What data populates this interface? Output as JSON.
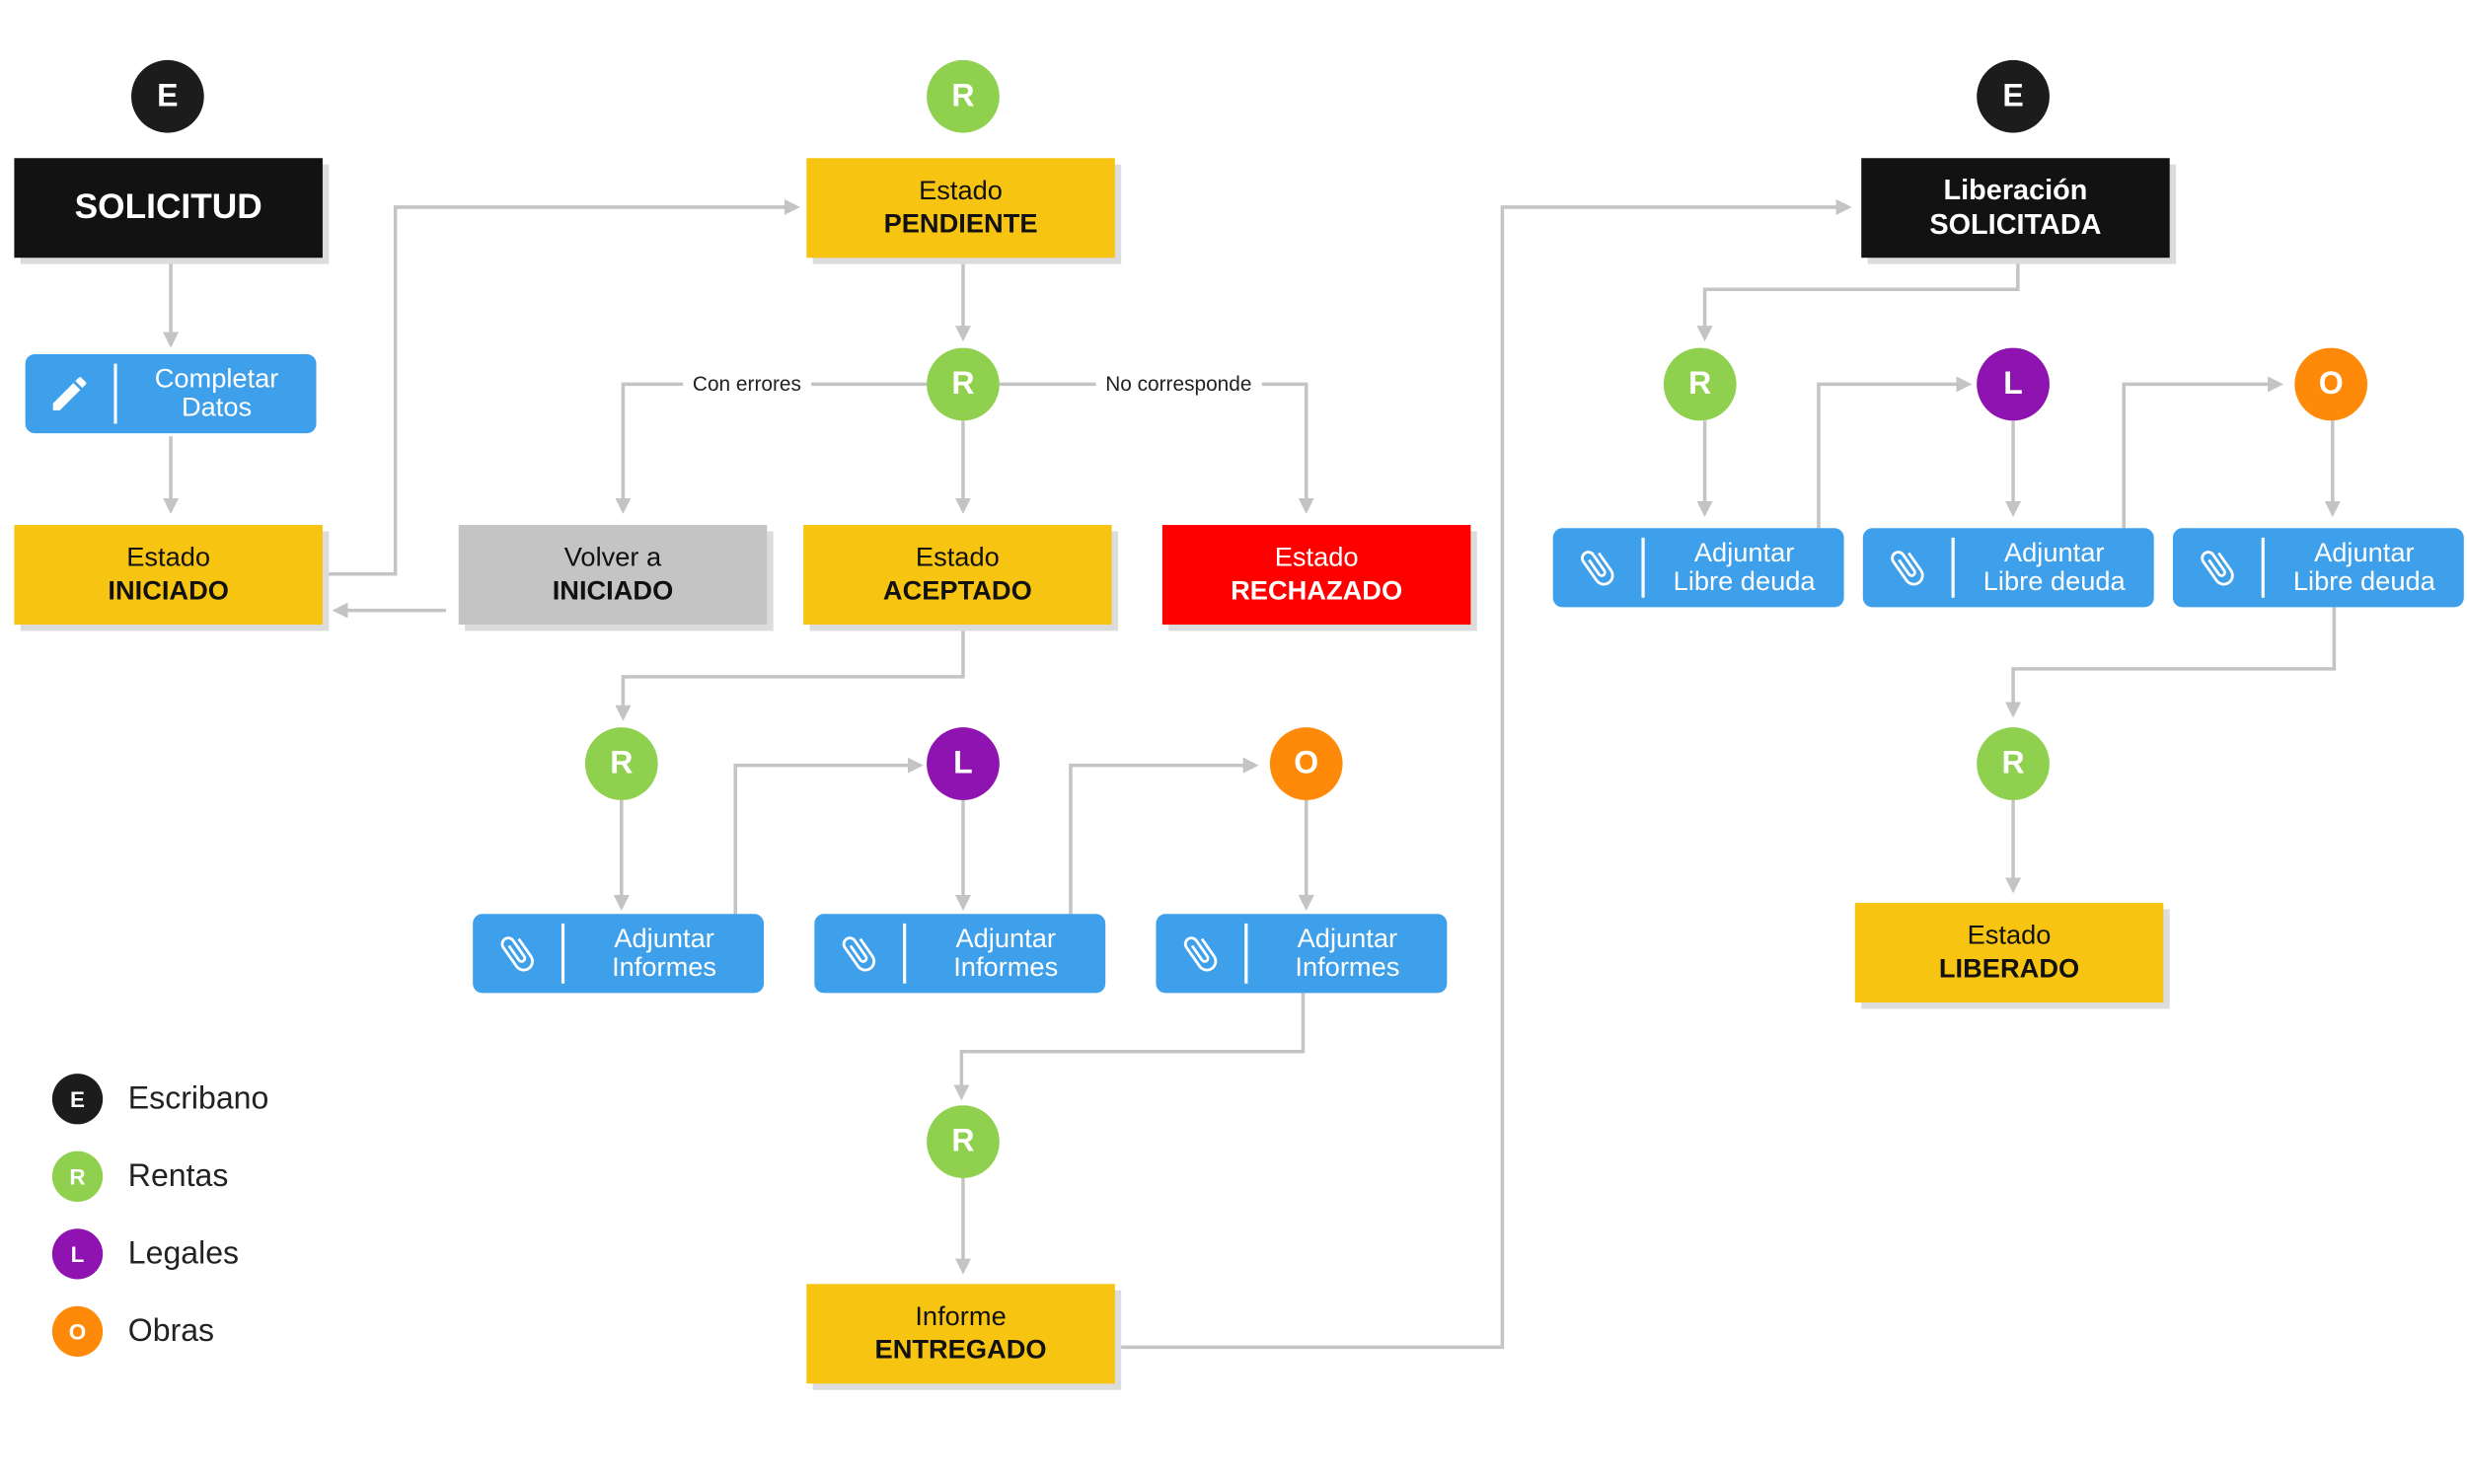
{
  "roles": {
    "E": "E",
    "R": "R",
    "L": "L",
    "O": "O"
  },
  "colors": {
    "escribano": "#1c1c1c",
    "rentas": "#8fd14f",
    "legales": "#8e13b0",
    "obras": "#ff8a0a",
    "action": "#3e9fea",
    "estado": "#f8c412",
    "rechazado": "#ff0000",
    "volver": "#c4c4c4",
    "connector": "#c4c4c4"
  },
  "nodes": {
    "solicitud": {
      "title": "SOLICITUD"
    },
    "completar": {
      "line1": "Completar",
      "line2": "Datos",
      "icon": "pencil-icon"
    },
    "iniciado": {
      "line1": "Estado",
      "line2": "INICIADO"
    },
    "volver": {
      "line1": "Volver a",
      "line2": "INICIADO"
    },
    "pendiente": {
      "line1": "Estado",
      "line2": "PENDIENTE"
    },
    "aceptado": {
      "line1": "Estado",
      "line2": "ACEPTADO"
    },
    "rechazado": {
      "line1": "Estado",
      "line2": "RECHAZADO"
    },
    "informes": {
      "line1": "Adjuntar",
      "line2": "Informes",
      "icon": "paperclip-icon"
    },
    "entregado": {
      "line1": "Informe",
      "line2": "ENTREGADO"
    },
    "liberacion": {
      "line1": "Liberación",
      "line2": "SOLICITADA"
    },
    "libre": {
      "line1": "Adjuntar",
      "line2": "Libre deuda",
      "icon": "paperclip-icon"
    },
    "liberado": {
      "line1": "Estado",
      "line2": "LIBERADO"
    }
  },
  "edge_labels": {
    "errores": "Con errores",
    "no_corresponde": "No corresponde"
  },
  "legend": [
    {
      "key": "E",
      "label": "Escribano"
    },
    {
      "key": "R",
      "label": "Rentas"
    },
    {
      "key": "L",
      "label": "Legales"
    },
    {
      "key": "O",
      "label": "Obras"
    }
  ]
}
